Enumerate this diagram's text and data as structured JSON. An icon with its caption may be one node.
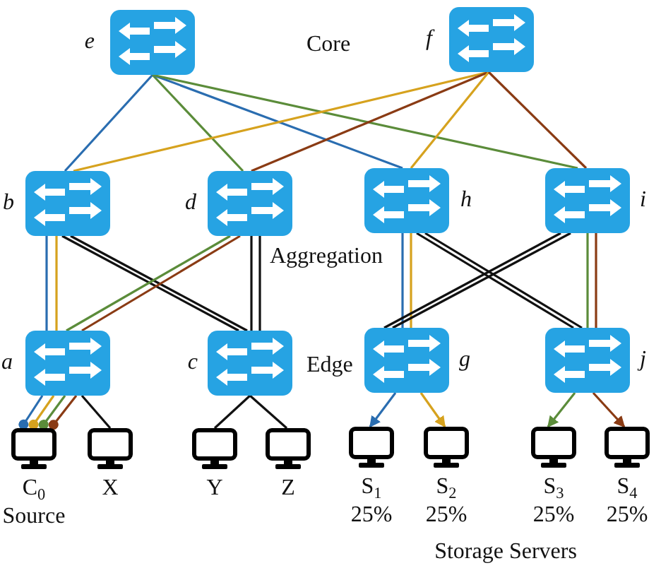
{
  "diagram": {
    "nodes": [
      {
        "text": [
          "e"
        ]
      },
      {
        "text": [
          "f"
        ]
      },
      {
        "text": [
          "b"
        ]
      },
      {
        "text": [
          "d"
        ]
      },
      {
        "text": [
          "h"
        ]
      },
      {
        "text": [
          "i"
        ]
      },
      {
        "text": [
          "a"
        ]
      },
      {
        "text": [
          "c"
        ]
      },
      {
        "text": [
          "g"
        ]
      },
      {
        "text": [
          "j"
        ]
      },
      {
        "text": [
          "C$_{0}$"
        ],
        "beside": [
          "Source"
        ]
      },
      {
        "text": [
          "X"
        ]
      },
      {
        "text": [
          "Y"
        ]
      },
      {
        "text": [
          "Z"
        ]
      },
      {
        "text": [
          "S$_{1}$"
        ],
        "beside": [
          "25%"
        ]
      },
      {
        "text": [
          "S$_{2}$"
        ],
        "beside": [
          "25%"
        ]
      },
      {
        "text": [
          "S$_{3}$"
        ],
        "beside": [
          "25%"
        ]
      },
      {
        "text": [
          "S$_{4}$"
        ],
        "beside": [
          "25%"
        ]
      }
    ],
    "edges": [
      {
        "from": 0,
        "to": 2,
        "arrow": "none",
        "color": "#2a6db0"
      },
      {
        "from": 0,
        "to": 3,
        "arrow": "none",
        "color": "#5b8c3a"
      },
      {
        "from": 0,
        "to": 4,
        "arrow": "none",
        "color": "#2a6db0"
      },
      {
        "from": 0,
        "to": 5,
        "arrow": "none",
        "color": "#5b8c3a"
      },
      {
        "from": 1,
        "to": 2,
        "arrow": "none",
        "color": "#d6a21e"
      },
      {
        "from": 1,
        "to": 3,
        "arrow": "none",
        "color": "#8a3b14"
      },
      {
        "from": 1,
        "to": 4,
        "arrow": "none",
        "color": "#d6a21e"
      },
      {
        "from": 1,
        "to": 5,
        "arrow": "none",
        "color": "#8a3b14"
      },
      {
        "from": 2,
        "to": 6,
        "arrow": "none",
        "color": "#2a6db0"
      },
      {
        "from": 2,
        "to": 6,
        "arrow": "none",
        "color": "#d6a21e"
      },
      {
        "from": 2,
        "to": 7,
        "arrow": "none"
      },
      {
        "from": 2,
        "to": 7,
        "arrow": "none"
      },
      {
        "from": 3,
        "to": 6,
        "arrow": "none",
        "color": "#5b8c3a"
      },
      {
        "from": 3,
        "to": 6,
        "arrow": "none",
        "color": "#8a3b14"
      },
      {
        "from": 3,
        "to": 7,
        "arrow": "none"
      },
      {
        "from": 3,
        "to": 7,
        "arrow": "none"
      },
      {
        "from": 4,
        "to": 8,
        "arrow": "none",
        "color": "#2a6db0"
      },
      {
        "from": 4,
        "to": 8,
        "arrow": "none",
        "color": "#d6a21e"
      },
      {
        "from": 4,
        "to": 9,
        "arrow": "none"
      },
      {
        "from": 4,
        "to": 9,
        "arrow": "none"
      },
      {
        "from": 5,
        "to": 8,
        "arrow": "none"
      },
      {
        "from": 5,
        "to": 8,
        "arrow": "none"
      },
      {
        "from": 5,
        "to": 9,
        "arrow": "none",
        "color": "#5b8c3a"
      },
      {
        "from": 5,
        "to": 9,
        "arrow": "none",
        "color": "#8a3b14"
      },
      {
        "from": 6,
        "to": 10,
        "arrow": "other",
        "color": "#2a6db0"
      },
      {
        "from": 6,
        "to": 10,
        "arrow": "other",
        "color": "#d6a21e"
      },
      {
        "from": 6,
        "to": 10,
        "arrow": "other",
        "color": "#5b8c3a"
      },
      {
        "from": 6,
        "to": 10,
        "arrow": "other",
        "color": "#8a3b14"
      },
      {
        "from": 6,
        "to": 11,
        "arrow": "none"
      },
      {
        "from": 7,
        "to": 12,
        "arrow": "none"
      },
      {
        "from": 7,
        "to": 13,
        "arrow": "none"
      },
      {
        "from": 8,
        "to": 14,
        "arrow": "to",
        "color": "#2a6db0"
      },
      {
        "from": 8,
        "to": 15,
        "arrow": "to",
        "color": "#d6a21e"
      },
      {
        "from": 9,
        "to": 16,
        "arrow": "to",
        "color": "#5b8c3a"
      },
      {
        "from": 9,
        "to": 17,
        "arrow": "to",
        "color": "#8a3b14"
      }
    ],
    "labels": [
      "Core",
      "Aggregation",
      "Edge",
      "Storage Servers"
    ]
  }
}
